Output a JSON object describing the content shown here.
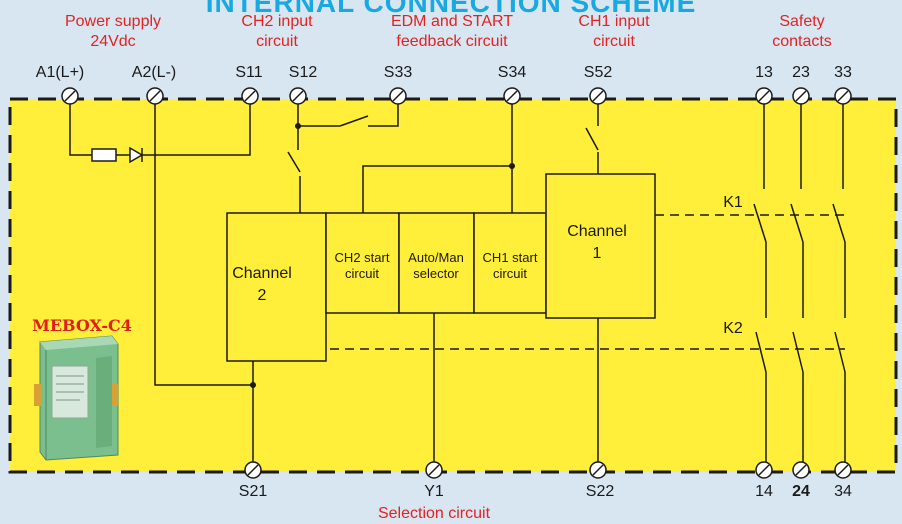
{
  "banner_title": "INTERNAL CONNECTION SCHEME",
  "top_groups": {
    "power": [
      "Power supply",
      "24Vdc"
    ],
    "ch2_input": [
      "CH2 input",
      "circuit"
    ],
    "edm": [
      "EDM and START",
      "feedback circuit"
    ],
    "ch1_input": [
      "CH1 input",
      "circuit"
    ],
    "safety": [
      "Safety",
      "contacts"
    ]
  },
  "top_terminals": [
    "A1(L+)",
    "A2(L-)",
    "S11",
    "S12",
    "S33",
    "S34",
    "S52",
    "13",
    "23",
    "33"
  ],
  "bottom_terminals": [
    "S21",
    "Y1",
    "S22",
    "14",
    "24",
    "34"
  ],
  "bottom_group": "Selection circuit",
  "blocks": {
    "channel2": [
      "Channel",
      "2"
    ],
    "ch2_start": [
      "CH2 start",
      "circuit"
    ],
    "auto_man": [
      "Auto/Man",
      "selector"
    ],
    "ch1_start": [
      "CH1 start",
      "circuit"
    ],
    "channel1": [
      "Channel",
      "1"
    ]
  },
  "relays": [
    "K1",
    "K2"
  ],
  "product_label": "MEBOX-C4",
  "colors": {
    "background": "#d8e6f2",
    "panel": "#ffef3a",
    "label_red": "#e32222",
    "banner_cyan": "#19a9e0",
    "product_red": "#e01e1e"
  }
}
